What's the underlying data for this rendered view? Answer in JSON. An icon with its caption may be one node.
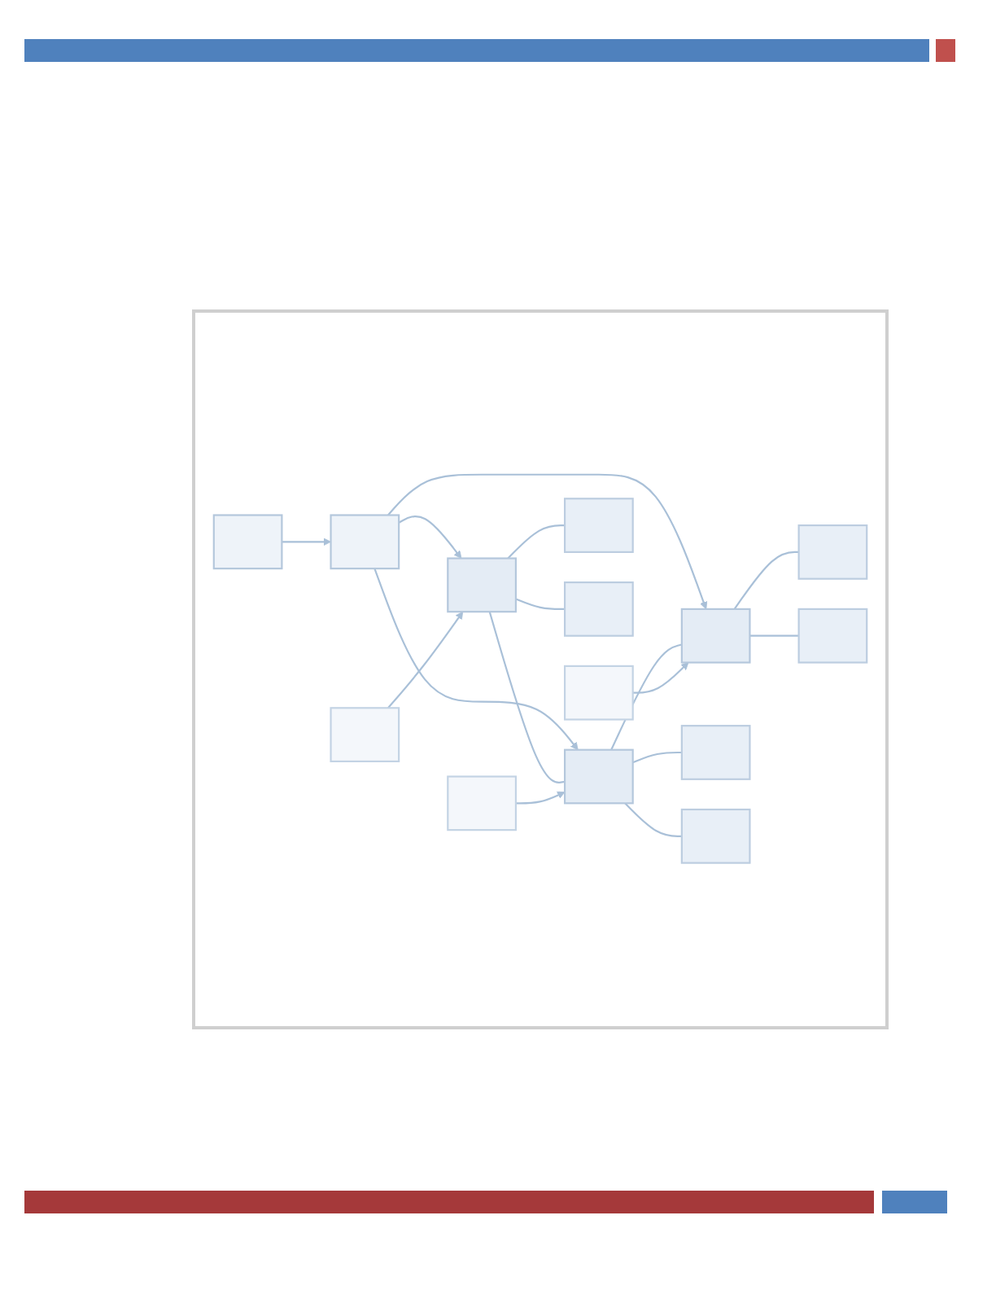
{
  "diagram": {
    "nodes": [
      {
        "text": [],
        "shape": "box"
      },
      {
        "text": [],
        "shape": "box"
      },
      {
        "text": [],
        "shape": "box"
      },
      {
        "text": [],
        "shape": "box"
      },
      {
        "text": [],
        "shape": "box"
      },
      {
        "text": [],
        "shape": "box"
      },
      {
        "text": [],
        "shape": "box"
      },
      {
        "text": [],
        "shape": "box"
      },
      {
        "text": [],
        "shape": "box"
      },
      {
        "text": [],
        "shape": "box"
      },
      {
        "text": [],
        "shape": "box"
      },
      {
        "text": [],
        "shape": "box"
      },
      {
        "text": [],
        "shape": "box"
      },
      {
        "text": [],
        "shape": "box"
      }
    ],
    "edges": [
      {
        "from": 0,
        "to": 1,
        "arrow": "to"
      },
      {
        "from": 1,
        "to": 2,
        "arrow": "to"
      },
      {
        "from": 1,
        "to": 3,
        "arrow": "to"
      },
      {
        "from": 1,
        "to": 4,
        "arrow": "to"
      },
      {
        "from": 2,
        "to": 3,
        "arrow": "none"
      },
      {
        "from": 3,
        "to": 4,
        "arrow": "none"
      },
      {
        "from": 5,
        "to": 2,
        "arrow": "to"
      },
      {
        "from": 2,
        "to": 6,
        "arrow": "none"
      },
      {
        "from": 2,
        "to": 7,
        "arrow": "none"
      },
      {
        "from": 8,
        "to": 3,
        "arrow": "to"
      },
      {
        "from": 3,
        "to": 9,
        "arrow": "none"
      },
      {
        "from": 3,
        "to": 10,
        "arrow": "none"
      },
      {
        "from": 11,
        "to": 4,
        "arrow": "to"
      },
      {
        "from": 4,
        "to": 12,
        "arrow": "none"
      },
      {
        "from": 4,
        "to": 13,
        "arrow": "none"
      }
    ]
  }
}
